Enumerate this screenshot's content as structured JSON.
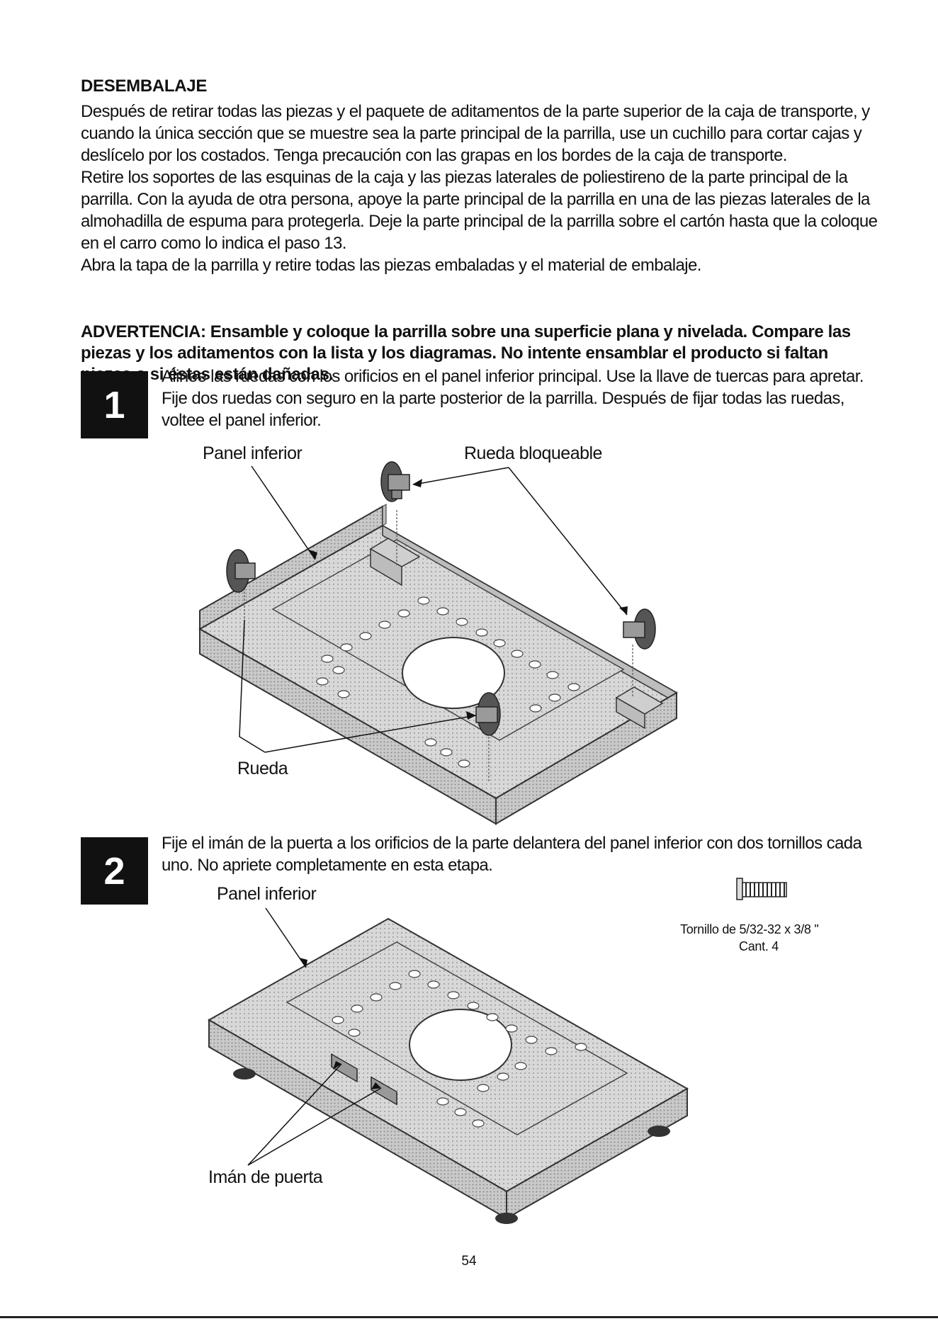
{
  "section_title": "DESEMBALAJE",
  "intro_paragraphs": [
    "Después de retirar todas las piezas y el paquete de aditamentos de la parte superior de la caja de transporte, y cuando la única sección que se muestre sea la parte principal de la parrilla, use un cuchillo para cortar cajas y deslícelo por los costados. Tenga precaución con las grapas en los bordes de la caja de transporte.",
    "Retire los soportes de las esquinas de la caja y las piezas laterales de poliestireno de la parte principal de la parrilla. Con la ayuda de otra persona, apoye la parte principal de la parrilla en una de las piezas laterales de la almohadilla de espuma para protegerla. Deje la parte principal de la parrilla sobre el cartón hasta que la coloque en el carro como lo indica el paso 13.",
    "Abra la tapa de la parrilla y retire todas las piezas embaladas y el material de embalaje."
  ],
  "warning": "ADVERTENCIA: Ensamble y coloque la parrilla sobre una superficie plana y nivelada. Compare las piezas y los aditamentos con la lista y los diagramas. No intente ensamblar el producto si faltan piezas o si éstas están dañadas.",
  "steps": [
    {
      "number": "1",
      "text": "Alinee las ruedas con los orificios en el panel inferior principal. Use la llave de tuercas para apretar. Fije dos ruedas con seguro en la parte posterior de la parrilla. Después de fijar todas las ruedas, voltee el panel inferior.",
      "labels": {
        "bottom_panel": "Panel inferior",
        "locking_caster": "Rueda bloqueable",
        "caster": "Rueda"
      }
    },
    {
      "number": "2",
      "text": "Fije el imán de la puerta a los orificios de la parte delantera del panel inferior con dos tornillos cada uno. No apriete completamente en esta etapa.",
      "labels": {
        "bottom_panel": "Panel inferior",
        "door_magnet": "Imán de puerta"
      },
      "hardware": {
        "name": "Tornillo de 5/32-32 x 3/8 \"",
        "quantity": "Cant. 4"
      }
    }
  ],
  "page_number": "54"
}
